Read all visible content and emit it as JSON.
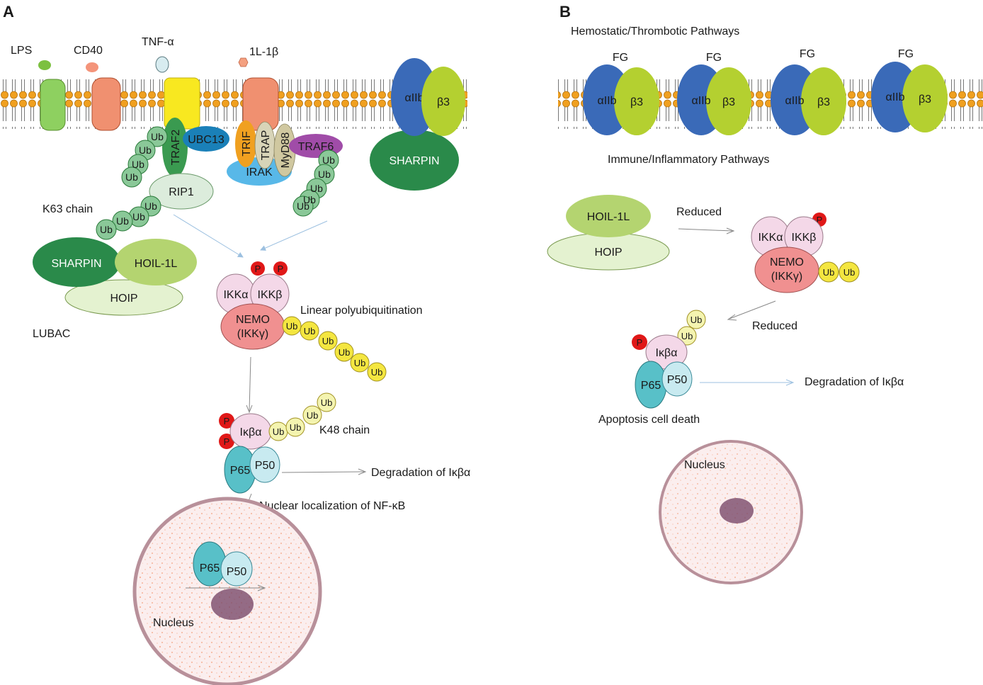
{
  "panel_a": {
    "letter": "A",
    "ligands": {
      "lps": "LPS",
      "cd40": "CD40",
      "tnf": "TNF-α",
      "il1b": "1L-1β"
    },
    "receptor_complex": {
      "alpha": "αIIb",
      "beta": "β3",
      "adapter": "SHARPIN"
    },
    "adaptors": {
      "traf2": "TRAF2",
      "ubc13": "UBC13",
      "rip1": "RIP1",
      "trif": "TRIF",
      "trap": "TRAP",
      "myd88": "MyD88",
      "traf6": "TRAF6",
      "irak": "IRAK"
    },
    "ub": "Ub",
    "k63": "K63 chain",
    "lubac": {
      "sharpin": "SHARPIN",
      "hoil": "HOIL-1L",
      "hoip": "HOIP",
      "name": "LUBAC"
    },
    "ikk": {
      "a": "IKKα",
      "b": "IKKβ",
      "nemo1": "NEMO",
      "nemo2": "(IKKγ)",
      "p": "P"
    },
    "linear": "Linear polyubiquitination",
    "ikba": "Iκβα",
    "k48": "K48 chain",
    "p65": "P65",
    "p50": "P50",
    "degradation": "Degradation of Iκβα",
    "nuclear_loc": "Nuclear localization of NF-κB",
    "nucleus": "Nucleus"
  },
  "panel_b": {
    "letter": "B",
    "hemostatic": "Hemostatic/Thrombotic Pathways",
    "fg": "FG",
    "alpha": "αIIb",
    "beta": "β3",
    "immune": "Immune/Inflammatory Pathways",
    "hoil": "HOIL-1L",
    "hoip": "HOIP",
    "reduced1": "Reduced",
    "reduced2": "Reduced",
    "ikk": {
      "a": "IKKα",
      "b": "IKKβ",
      "nemo1": "NEMO",
      "nemo2": "(IKKγ)",
      "p": "P"
    },
    "ub": "Ub",
    "ikba": "Iκβα",
    "p": "P",
    "p65": "P65",
    "p50": "P50",
    "degradation": "Degradation of Iκβα",
    "apoptosis": "Apoptosis cell death",
    "nucleus": "Nucleus"
  }
}
